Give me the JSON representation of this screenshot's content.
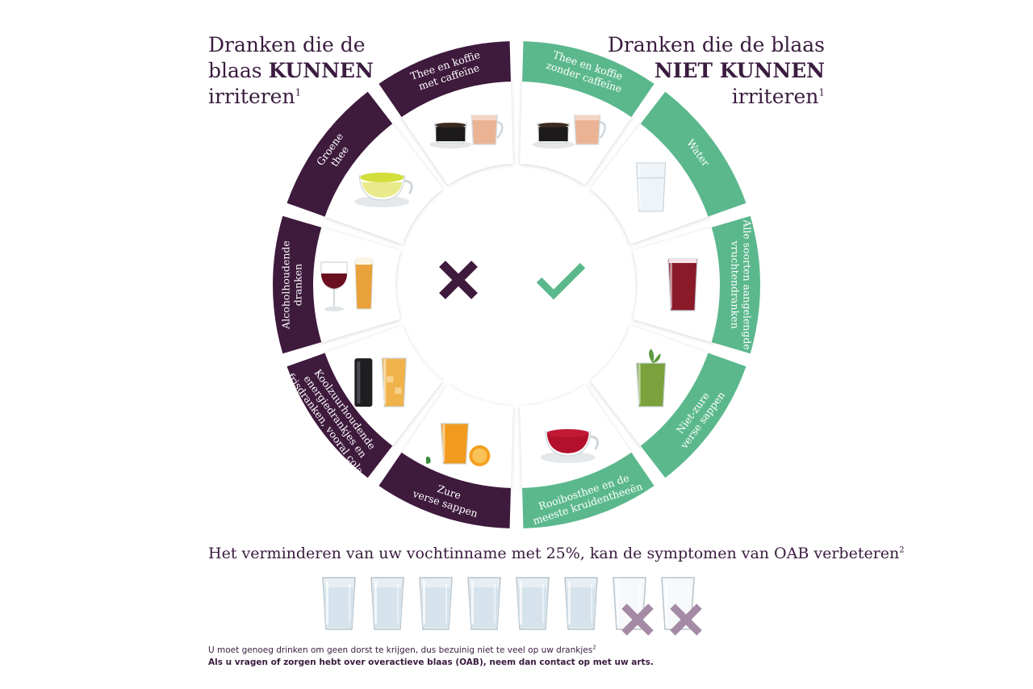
{
  "colors": {
    "purple": "#3e1a3d",
    "green": "#5bb88d",
    "text": "#3a1c3f",
    "x_light": "#a48aa5"
  },
  "header_left": {
    "line1": "Dranken die de",
    "line2_pre": "blaas ",
    "line2_bold": "KUNNEN",
    "line3": "irriteren",
    "sup": "1"
  },
  "header_right": {
    "line1": "Dranken die de blaas",
    "line2_bold": "NIET KUNNEN",
    "line3": "irriteren",
    "sup": "1"
  },
  "segments_left": [
    {
      "lines": [
        "Thee en koffie",
        "met caffeïne"
      ],
      "icon": "coffee-tea-cups-icon"
    },
    {
      "lines": [
        "Groene",
        "thee"
      ],
      "icon": "green-tea-cup-icon"
    },
    {
      "lines": [
        "Alcoholhoudende",
        "dranken"
      ],
      "icon": "wine-beer-glasses-icon"
    },
    {
      "lines": [
        "Koolzuurhoudende",
        "energiedrankjes en",
        "frisdranken, vooral cola"
      ],
      "icon": "soda-can-glass-icon"
    },
    {
      "lines": [
        "Zure",
        "verse sappen"
      ],
      "icon": "orange-juice-icon"
    }
  ],
  "segments_right": [
    {
      "lines": [
        "Thee en koffie",
        "zonder caffeïne"
      ],
      "icon": "coffee-tea-cups-icon"
    },
    {
      "lines": [
        "Water"
      ],
      "icon": "water-glass-icon"
    },
    {
      "lines": [
        "Alle soorten aangelengde",
        "vruchtendranken"
      ],
      "icon": "red-juice-glass-icon"
    },
    {
      "lines": [
        "Niet-zure",
        "verse sappen"
      ],
      "icon": "green-smoothie-icon"
    },
    {
      "lines": [
        "Rooibosthee en de",
        "meeste kruidentheeën"
      ],
      "icon": "rooibos-tea-cup-icon"
    }
  ],
  "center": {
    "left_icon": "cross-icon",
    "right_icon": "check-icon"
  },
  "statement": {
    "text": "Het verminderen van uw vochtinname met 25%, kan de symptomen van OAB verbeteren",
    "sup": "2"
  },
  "glasses": {
    "full": 6,
    "crossed": 2,
    "total": 8
  },
  "notes": {
    "line1": "U moet genoeg drinken om geen dorst te krijgen, dus bezuinig niet te veel op uw drankjes",
    "line1_sup": "2",
    "line2": "Als u vragen of zorgen hebt over overactieve blaas (OAB), neem dan contact op met uw arts."
  }
}
